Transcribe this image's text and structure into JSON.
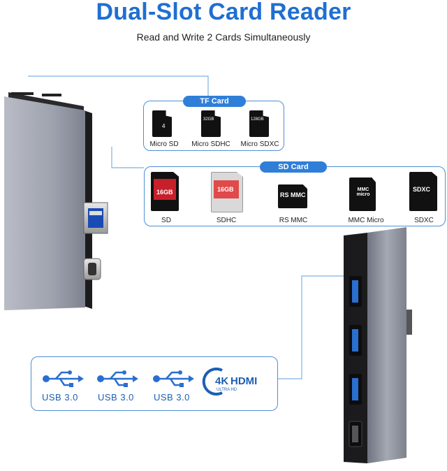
{
  "header": {
    "title": "Dual-Slot Card Reader",
    "subtitle": "Read and Write 2 Cards Simultaneously"
  },
  "tf_panel": {
    "label": "TF Card",
    "cards": [
      {
        "name": "Micro SD",
        "print": "4"
      },
      {
        "name": "Micro SDHC",
        "print": "32GB"
      },
      {
        "name": "Micro SDXC",
        "print": "128GB"
      }
    ]
  },
  "sd_panel": {
    "label": "SD Card",
    "cards": [
      {
        "name": "SD",
        "print": "16GB"
      },
      {
        "name": "SDHC",
        "print": "16GB"
      },
      {
        "name": "RS MMC",
        "print": "RS MMC"
      },
      {
        "name": "MMC Micro",
        "print": "MMC micro"
      },
      {
        "name": "SDXC",
        "print": "SDXC"
      }
    ]
  },
  "ports_panel": {
    "usb": [
      {
        "label": "USB 3.0"
      },
      {
        "label": "USB 3.0"
      },
      {
        "label": "USB 3.0"
      }
    ],
    "hdmi": {
      "res": "4K",
      "name": "HDMI",
      "sub": "ULTRA HD"
    }
  },
  "colors": {
    "accent": "#1f6fd1",
    "panel_border": "#4e8fd6",
    "pill": "#2f7fd9"
  }
}
